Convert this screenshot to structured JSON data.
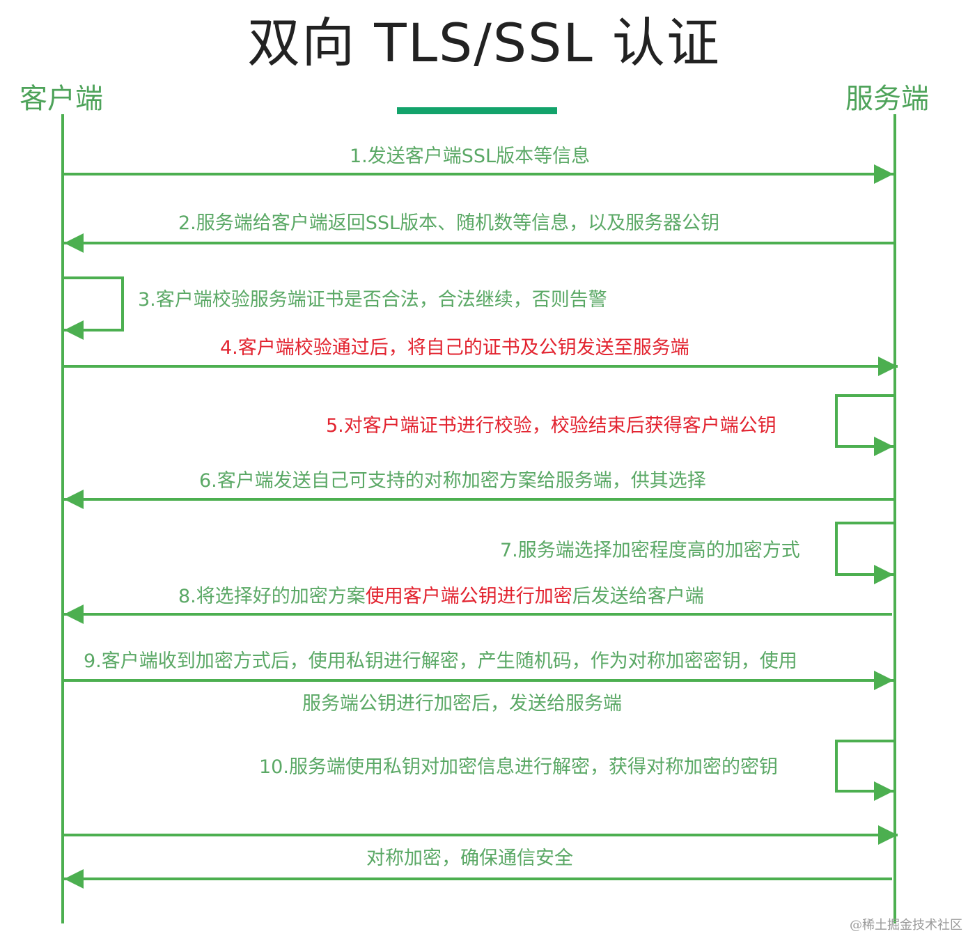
{
  "title": "双向 TLS/SSL 认证",
  "colors": {
    "line": "#4caf50",
    "text_green": "#5aa865",
    "text_red": "#e2232f",
    "title": "#222222",
    "underline": "#13a36b"
  },
  "actors": {
    "client": "客户端",
    "server": "服务端"
  },
  "steps": [
    {
      "id": 1,
      "text": "1.发送客户端SSL版本等信息",
      "direction": "client-to-server",
      "color": "green"
    },
    {
      "id": 2,
      "text": "2.服务端给客户端返回SSL版本、随机数等信息，以及服务器公钥",
      "direction": "server-to-client",
      "color": "green"
    },
    {
      "id": 3,
      "text": "3.客户端校验服务端证书是否合法，合法继续，否则告警",
      "direction": "client-self",
      "color": "green"
    },
    {
      "id": 4,
      "text": "4.客户端校验通过后，将自己的证书及公钥发送至服务端",
      "direction": "client-to-server",
      "color": "red"
    },
    {
      "id": 5,
      "text": "5.对客户端证书进行校验，校验结束后获得客户端公钥",
      "direction": "server-self",
      "color": "red"
    },
    {
      "id": 6,
      "text": "6.客户端发送自己可支持的对称加密方案给服务端，供其选择",
      "direction": "server-to-client",
      "color": "green"
    },
    {
      "id": 7,
      "text": "7.服务端选择加密程度高的加密方式",
      "direction": "server-self",
      "color": "green"
    },
    {
      "id": 8,
      "text_parts": [
        "8.将选择好的加密方案",
        "使用客户端公钥进行加密",
        "后发送给客户端"
      ],
      "direction": "server-to-client",
      "color": "mixed"
    },
    {
      "id": 9,
      "text_line1": "9.客户端收到加密方式后，使用私钥进行解密，产生随机码，作为对称加密密钥，使用",
      "text_line2": "服务端公钥进行加密后，发送给服务端",
      "direction": "client-to-server",
      "color": "green"
    },
    {
      "id": 10,
      "text": "10.服务端使用私钥对加密信息进行解密，获得对称加密的密钥",
      "direction": "server-self",
      "color": "green"
    },
    {
      "id": 11,
      "text": "对称加密，确保通信安全",
      "direction": "bidirectional",
      "color": "green"
    }
  ],
  "watermark": "@稀土掘金技术社区"
}
